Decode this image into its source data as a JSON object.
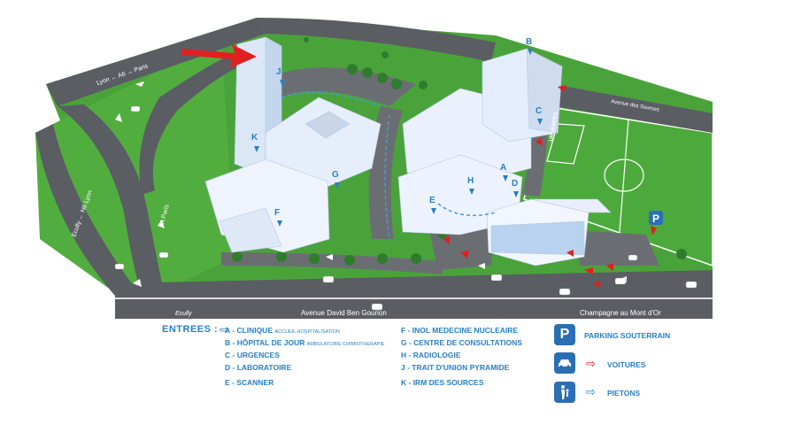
{
  "streets": {
    "top_left_road": "Lyon ← A6 → Paris",
    "left_diag_1": "Ecully ← N6 Lyon",
    "left_diag_2": "A Paris",
    "bottom_left": "Ecully",
    "bottom_main": "Avenue David Ben Gourion",
    "bottom_right": "Champagne au Mont d'Or",
    "top_right": "Avenue des Sources",
    "urgences_road": "URGENCES"
  },
  "map_markers": [
    {
      "letter": "A"
    },
    {
      "letter": "B"
    },
    {
      "letter": "C"
    },
    {
      "letter": "D"
    },
    {
      "letter": "E"
    },
    {
      "letter": "F"
    },
    {
      "letter": "G"
    },
    {
      "letter": "H"
    },
    {
      "letter": "J"
    },
    {
      "letter": "K"
    }
  ],
  "parking_marker": "P",
  "legend": {
    "title": "ENTREES :",
    "left_column": [
      {
        "main": "A - CLINIQUE",
        "note": "ACCUEIL HOSPITALISATION"
      },
      {
        "main": "B - HÔPITAL DE JOUR",
        "note": "AMBULATOIRE CHIMIOTHERAPIE"
      },
      {
        "main": "C - URGENCES",
        "note": ""
      },
      {
        "main": "D - LABORATOIRE",
        "note": ""
      },
      {
        "main": "E - SCANNER",
        "note": ""
      }
    ],
    "right_column": [
      {
        "main": "F - INOL MEDECINE NUCLEAIRE"
      },
      {
        "main": "G - CENTRE DE CONSULTATIONS"
      },
      {
        "main": "H - RADIOLOGIE"
      },
      {
        "main": "J - TRAIT D'UNION PYRAMIDE"
      },
      {
        "main": "K - IRM DES SOURCES"
      }
    ],
    "symbols": [
      {
        "icon": "parking-icon",
        "label": "PARKING SOUTERRAIN"
      },
      {
        "icon": "car-icon",
        "label": "VOITURES"
      },
      {
        "icon": "pedestrian-icon",
        "label": "PIETONS"
      }
    ]
  },
  "colors": {
    "grass": "#4aa33a",
    "road": "#55595e",
    "building": "#eaf2ff",
    "accent_blue": "#2a7fc4",
    "arrow_red": "#e02020"
  }
}
